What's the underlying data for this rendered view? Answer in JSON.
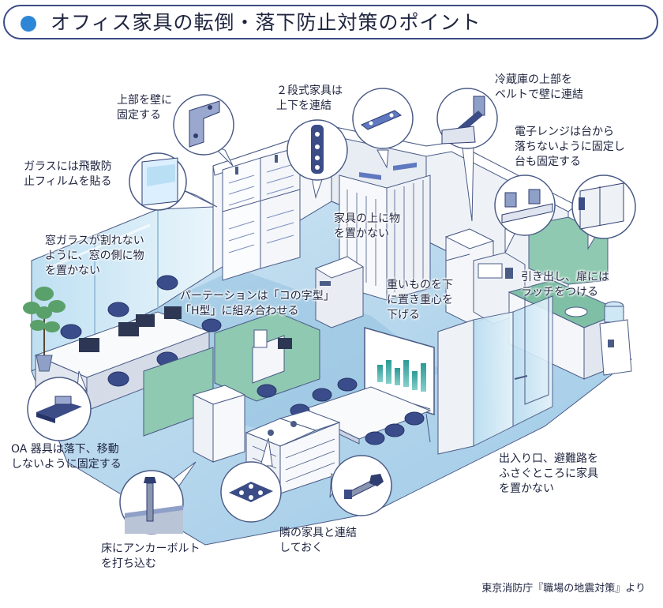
{
  "title": "オフィス家具の転倒・落下防止対策のポイント",
  "accent_color": "#2e86d6",
  "callouts": {
    "wall_fix": [
      "上部を壁に",
      "固定する"
    ],
    "stack_link": [
      "２段式家具は",
      "上下を連結"
    ],
    "fridge_belt": [
      "冷蔵庫の上部を",
      "ベルトで壁に連結"
    ],
    "microwave": [
      "電子レンジは台から",
      "落ちないように固定し",
      "台も固定する"
    ],
    "glass_film": [
      "ガラスには飛散防",
      "止フィルムを貼る"
    ],
    "no_top_items": [
      "家具の上に物",
      "を置かない"
    ],
    "window_glass": [
      "窓ガラスが割れない",
      "ように、窓の側に物",
      "を置かない"
    ],
    "heavy_low": [
      "重いものを下",
      "に置き重心を",
      "下げる"
    ],
    "latch": [
      "引き出し、扉には",
      "ラッチをつける"
    ],
    "partition": [
      "パーテーションは「コの字型」",
      "「H型」に組み合わせる"
    ],
    "oa_fix": [
      "OA 器具は落下、移動",
      "しないように固定する"
    ],
    "exit": [
      "出入り口、避難路を",
      "ふさぐところに家具",
      "を置かない"
    ],
    "anchor": [
      "床にアンカーボルト",
      "を打ち込む"
    ],
    "neighbor_link": [
      "隣の家具と連結",
      "しておく"
    ]
  },
  "icons": [
    "wall-bracket-icon",
    "link-plate-icon",
    "fridge-belt-icon",
    "microwave-stopper-icon",
    "latch-icon",
    "glass-film-icon",
    "oa-fixer-icon",
    "anchor-bolt-icon",
    "joint-plate-icon",
    "bolt-nut-icon",
    "plant-icon",
    "water-server-icon",
    "whiteboard-chart-icon"
  ],
  "source": "東京消防庁『職場の地震対策』より"
}
